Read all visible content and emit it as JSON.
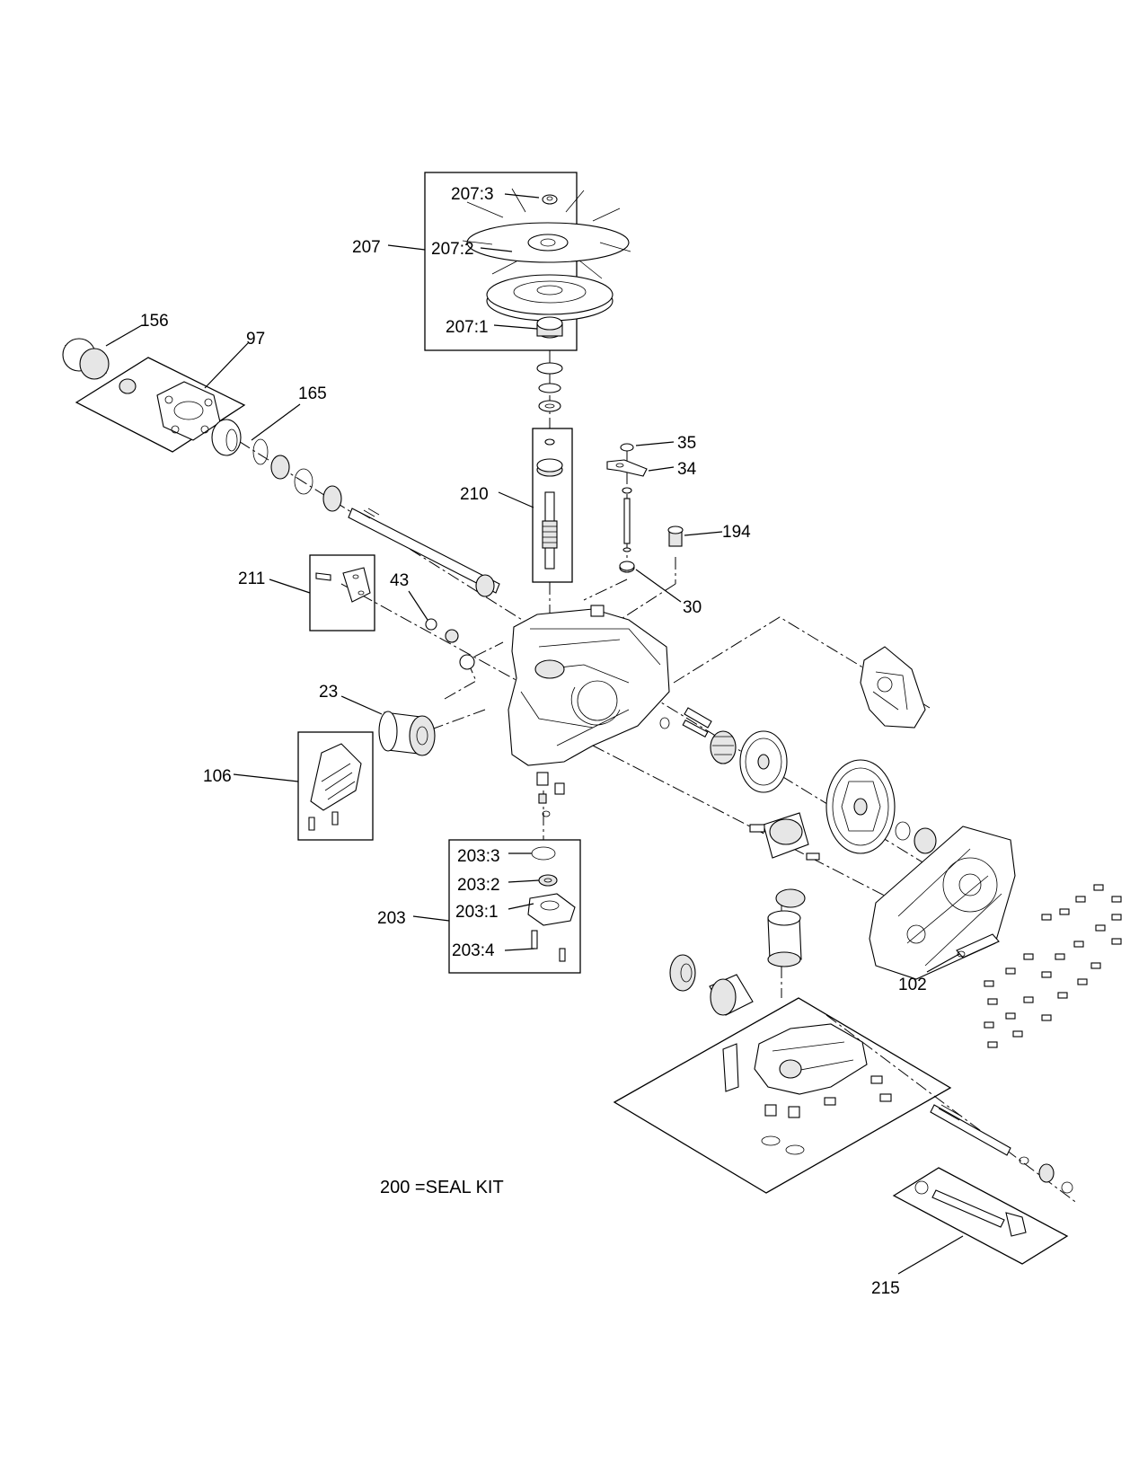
{
  "diagram": {
    "note": "200 =SEAL KIT",
    "callouts": [
      {
        "id": "c207-3",
        "label": "207:3"
      },
      {
        "id": "c207",
        "label": "207"
      },
      {
        "id": "c207-2",
        "label": "207:2"
      },
      {
        "id": "c207-1",
        "label": "207:1"
      },
      {
        "id": "c156",
        "label": "156"
      },
      {
        "id": "c97",
        "label": "97"
      },
      {
        "id": "c165",
        "label": "165"
      },
      {
        "id": "c35",
        "label": "35"
      },
      {
        "id": "c34",
        "label": "34"
      },
      {
        "id": "c210",
        "label": "210"
      },
      {
        "id": "c194",
        "label": "194"
      },
      {
        "id": "c211",
        "label": "211"
      },
      {
        "id": "c43",
        "label": "43"
      },
      {
        "id": "c30",
        "label": "30"
      },
      {
        "id": "c23",
        "label": "23"
      },
      {
        "id": "c106",
        "label": "106"
      },
      {
        "id": "c203-3",
        "label": "203:3"
      },
      {
        "id": "c203-2",
        "label": "203:2"
      },
      {
        "id": "c203",
        "label": "203"
      },
      {
        "id": "c203-1",
        "label": "203:1"
      },
      {
        "id": "c203-4",
        "label": "203:4"
      },
      {
        "id": "c102",
        "label": "102"
      },
      {
        "id": "c215",
        "label": "215"
      }
    ]
  }
}
